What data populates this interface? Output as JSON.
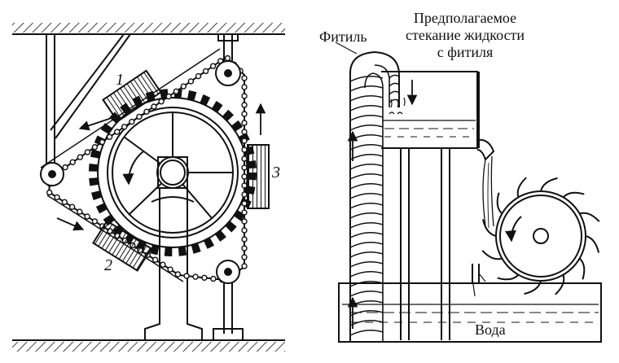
{
  "left_figure": {
    "label_1": "1",
    "label_2": "2",
    "label_3": "3"
  },
  "right_figure": {
    "wick_label": "Фитиль",
    "flow_label_lines": [
      "Предполагаемое",
      "стекание жидкости",
      "с фитиля"
    ],
    "water_label": "Вода"
  },
  "colors": {
    "ink": "#111111",
    "background": "#ffffff"
  }
}
